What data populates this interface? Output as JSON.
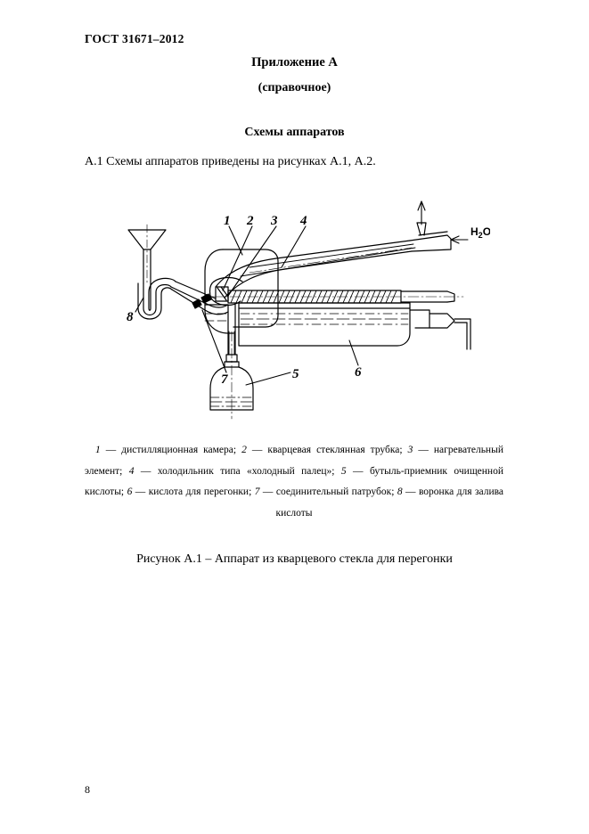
{
  "document": {
    "standard_number": "ГОСТ 31671–2012",
    "page_number": "8"
  },
  "headings": {
    "appendix": "Приложение А",
    "appendix_kind": "(справочное)",
    "section": "Схемы аппаратов"
  },
  "body": {
    "paragraph_a1": "А.1 Схемы аппаратов приведены на рисунках А.1, А.2."
  },
  "figure": {
    "title": "Рисунок А.1 – Аппарат из кварцевого стекла для перегонки",
    "water_label": "H₂O",
    "callouts": [
      {
        "id": "1",
        "label": "1"
      },
      {
        "id": "2",
        "label": "2"
      },
      {
        "id": "3",
        "label": "3"
      },
      {
        "id": "4",
        "label": "4"
      },
      {
        "id": "5",
        "label": "5"
      },
      {
        "id": "6",
        "label": "6"
      },
      {
        "id": "7",
        "label": "7"
      },
      {
        "id": "8",
        "label": "8"
      }
    ],
    "legend_parts": [
      {
        "num": "1",
        "text": " — дистилляционная камера; "
      },
      {
        "num": "2",
        "text": " — кварцевая стеклянная трубка; "
      },
      {
        "num": "3",
        "text": " — нагревательный элемент; "
      },
      {
        "num": "4",
        "text": " — холодильник типа «холодный палец»; "
      },
      {
        "num": "5",
        "text": " — бутыль-приемник очищенной кислоты; "
      },
      {
        "num": "6",
        "text": " — кислота для перегонки; "
      },
      {
        "num": "7",
        "text": " — соединительный патрубок; "
      },
      {
        "num": "8",
        "text": " — воронка для залива кислоты"
      }
    ]
  },
  "colors": {
    "ink": "#000000",
    "paper": "#ffffff"
  }
}
